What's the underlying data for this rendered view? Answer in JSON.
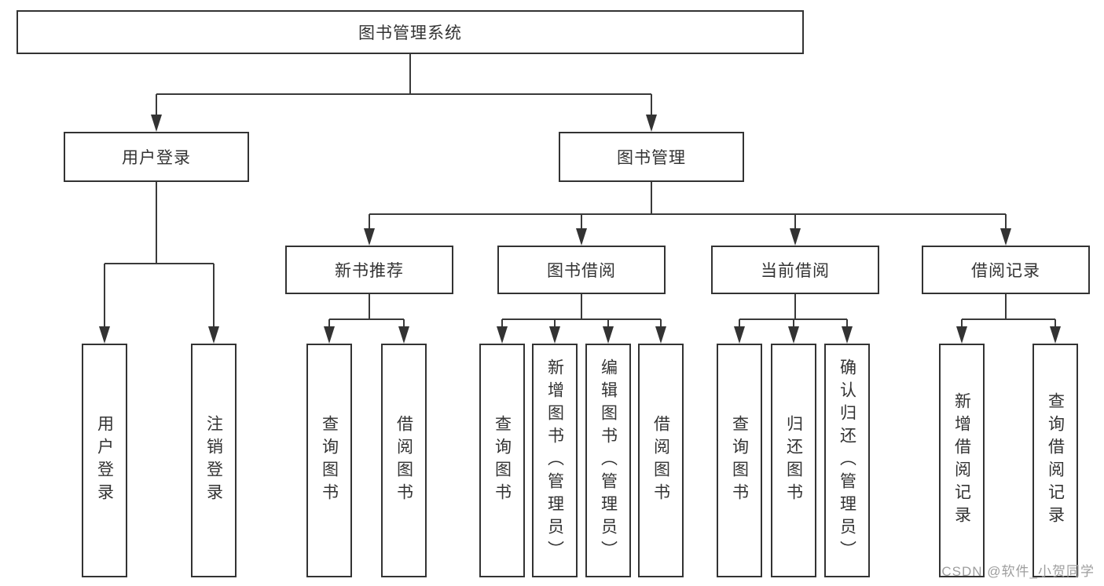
{
  "diagram": {
    "type": "hierarchy-tree",
    "root": {
      "label": "图书管理系统"
    },
    "level2": [
      {
        "label": "用户登录",
        "children": [
          {
            "label": "用户登录"
          },
          {
            "label": "注销登录"
          }
        ]
      },
      {
        "label": "图书管理",
        "children": [
          {
            "label": "新书推荐",
            "children": [
              {
                "label": "查询图书"
              },
              {
                "label": "借阅图书"
              }
            ]
          },
          {
            "label": "图书借阅",
            "children": [
              {
                "label": "查询图书"
              },
              {
                "label": "新增图书（管理员）"
              },
              {
                "label": "编辑图书（管理员）"
              },
              {
                "label": "借阅图书"
              }
            ]
          },
          {
            "label": "当前借阅",
            "children": [
              {
                "label": "查询图书"
              },
              {
                "label": "归还图书"
              },
              {
                "label": "确认归还（管理员）"
              }
            ]
          },
          {
            "label": "借阅记录",
            "children": [
              {
                "label": "新增借阅记录"
              },
              {
                "label": "查询借阅记录"
              }
            ]
          }
        ]
      }
    ]
  },
  "watermark": {
    "text": "CSDN @软件_小贺同学"
  },
  "colors": {
    "line": "#3a3a3a",
    "border": "#333333",
    "text": "#333333",
    "watermark_text": "#9e9e9e",
    "background": "#ffffff"
  }
}
